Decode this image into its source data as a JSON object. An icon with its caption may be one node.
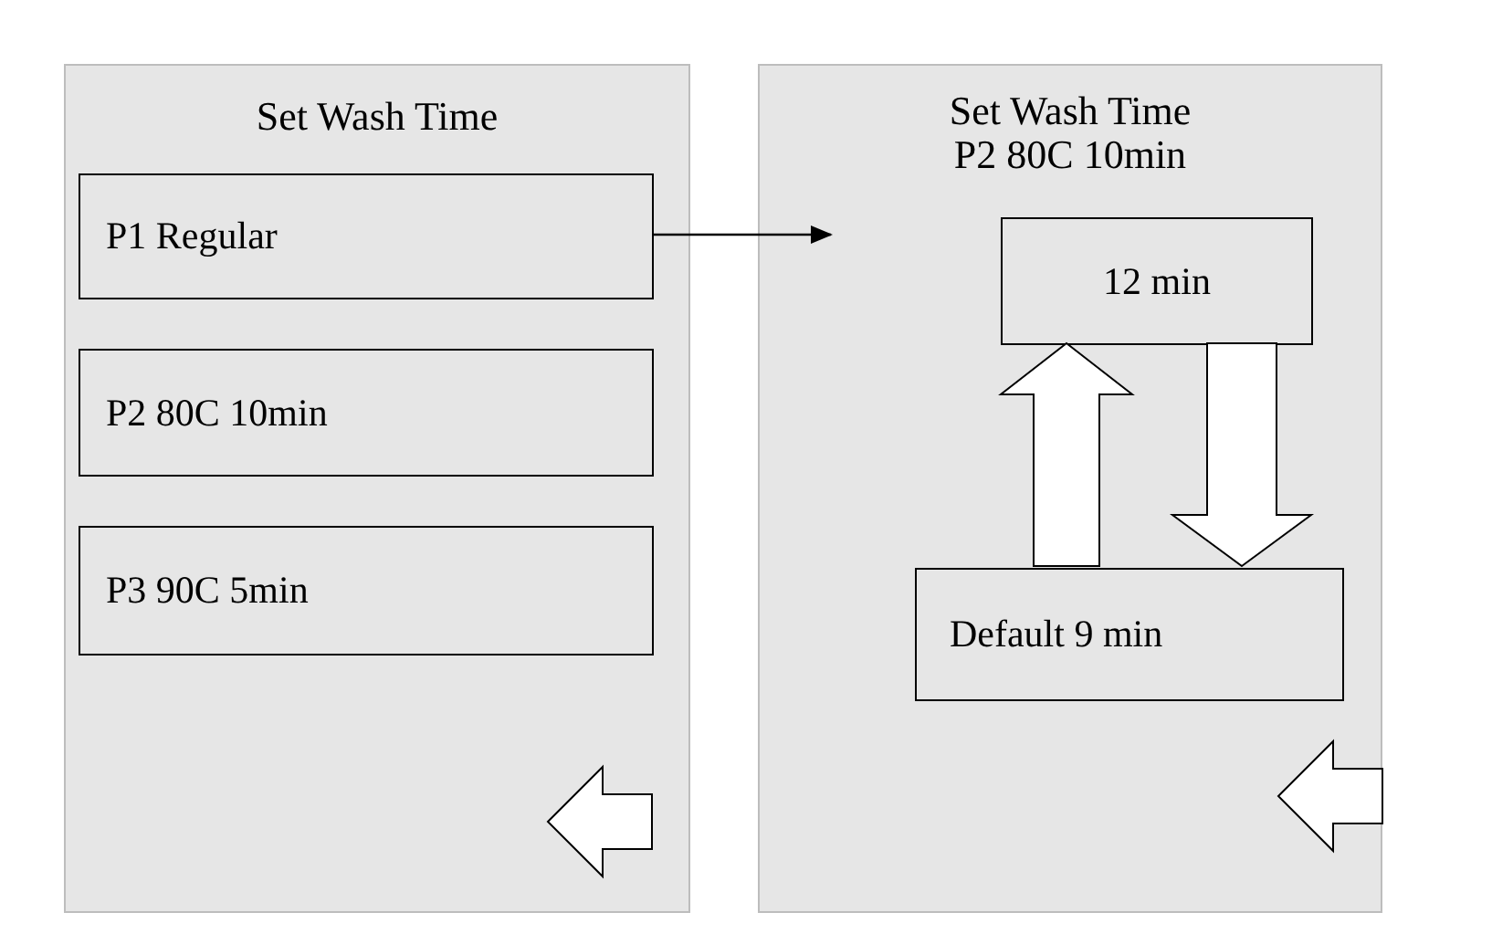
{
  "diagram": {
    "nodes": [
      {
        "text": [
          "Set Wash Time"
        ]
      },
      {
        "text": [
          "P1 Regular"
        ],
        "in": 0
      },
      {
        "text": [
          "P2 80C 10min"
        ],
        "in": 0
      },
      {
        "text": [
          "P3 90C 5min"
        ],
        "in": 0
      },
      {
        "text": [
          "Set Wash Time",
          "P2 80C 10min"
        ]
      },
      {
        "text": [
          "12 min"
        ],
        "in": 4
      },
      {
        "text": [
          "Default 9 min"
        ],
        "in": 4
      }
    ],
    "edges": [
      {
        "from": 1,
        "to": 4,
        "arrow": "to"
      },
      {
        "from": 6,
        "to": 5,
        "arrow": "to"
      },
      {
        "from": 5,
        "to": 6,
        "arrow": "to"
      }
    ]
  }
}
